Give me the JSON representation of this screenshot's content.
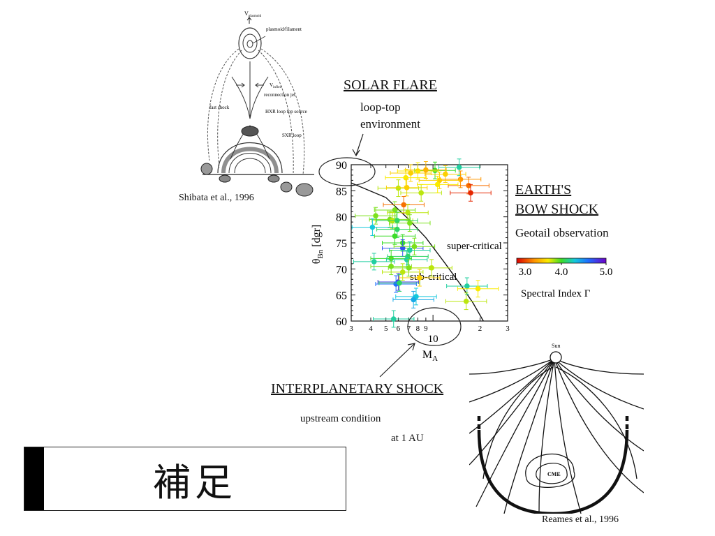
{
  "chart_data": {
    "type": "scatter",
    "xlabel": "M",
    "xlabel_sub": "A",
    "ylabel": "θ",
    "ylabel_sub": "Bn",
    "ylabel_unit": "[dgr]",
    "xscale": "log",
    "xlim": [
      3,
      30
    ],
    "ylim": [
      60,
      90
    ],
    "x_ticks": [
      "3",
      "4",
      "5",
      "6",
      "7",
      "8",
      "9",
      "2",
      "3"
    ],
    "x_ticks_values": [
      3,
      4,
      5,
      6,
      7,
      8,
      9,
      20,
      30
    ],
    "x_decade_label": "10",
    "y_ticks": [
      60,
      65,
      70,
      75,
      80,
      85,
      90
    ],
    "grid": false,
    "curve_label_above": "super-critical",
    "curve_label_below": "sub-critical",
    "critical_curve": [
      [
        3,
        86.5
      ],
      [
        5,
        83.7
      ],
      [
        7,
        79.5
      ],
      [
        9,
        76
      ],
      [
        12,
        71
      ],
      [
        15,
        67
      ],
      [
        18,
        63.5
      ],
      [
        21,
        60
      ]
    ],
    "points": [
      {
        "x": 14.7,
        "y": 89.5,
        "c": 4.2
      },
      {
        "x": 10.3,
        "y": 88.9,
        "c": 4.0
      },
      {
        "x": 8.0,
        "y": 88.8,
        "c": 3.7
      },
      {
        "x": 7.2,
        "y": 88.4,
        "c": 3.6
      },
      {
        "x": 12.0,
        "y": 88.2,
        "c": 3.6
      },
      {
        "x": 9.0,
        "y": 89.0,
        "c": 3.5
      },
      {
        "x": 15.0,
        "y": 87.2,
        "c": 3.4
      },
      {
        "x": 11.0,
        "y": 87.0,
        "c": 3.6
      },
      {
        "x": 6.7,
        "y": 87.5,
        "c": 3.7
      },
      {
        "x": 16.9,
        "y": 86.0,
        "c": 3.3
      },
      {
        "x": 17.4,
        "y": 84.6,
        "c": 3.1
      },
      {
        "x": 6.0,
        "y": 85.5,
        "c": 3.8
      },
      {
        "x": 6.8,
        "y": 85.6,
        "c": 3.6
      },
      {
        "x": 6.5,
        "y": 82.3,
        "c": 3.3
      },
      {
        "x": 8.4,
        "y": 84.6,
        "c": 3.8
      },
      {
        "x": 10.7,
        "y": 86.2,
        "c": 3.7
      },
      {
        "x": 5.7,
        "y": 81.3,
        "c": 3.9
      },
      {
        "x": 6.9,
        "y": 80.8,
        "c": 3.8
      },
      {
        "x": 4.3,
        "y": 80.2,
        "c": 3.9
      },
      {
        "x": 5.3,
        "y": 79.5,
        "c": 3.9
      },
      {
        "x": 5.5,
        "y": 79.3,
        "c": 3.8
      },
      {
        "x": 5.9,
        "y": 79.3,
        "c": 4.1
      },
      {
        "x": 7.1,
        "y": 78.8,
        "c": 3.9
      },
      {
        "x": 4.1,
        "y": 78.0,
        "c": 4.3
      },
      {
        "x": 5.9,
        "y": 77.6,
        "c": 4.1
      },
      {
        "x": 5.7,
        "y": 76.3,
        "c": 4.0
      },
      {
        "x": 6.4,
        "y": 75.0,
        "c": 4.0
      },
      {
        "x": 6.4,
        "y": 74.0,
        "c": 4.7
      },
      {
        "x": 7.6,
        "y": 74.3,
        "c": 3.9
      },
      {
        "x": 7.1,
        "y": 73.6,
        "c": 4.2
      },
      {
        "x": 6.9,
        "y": 72.4,
        "c": 4.1
      },
      {
        "x": 5.4,
        "y": 72.0,
        "c": 4.0
      },
      {
        "x": 6.8,
        "y": 71.8,
        "c": 4.2
      },
      {
        "x": 4.2,
        "y": 71.4,
        "c": 4.2
      },
      {
        "x": 5.4,
        "y": 70.5,
        "c": 3.9
      },
      {
        "x": 7.0,
        "y": 70.2,
        "c": 3.9
      },
      {
        "x": 9.8,
        "y": 70.2,
        "c": 3.8
      },
      {
        "x": 6.4,
        "y": 69.4,
        "c": 3.8
      },
      {
        "x": 6.0,
        "y": 67.5,
        "c": 4.8
      },
      {
        "x": 5.8,
        "y": 67.1,
        "c": 4.6
      },
      {
        "x": 6.1,
        "y": 67.3,
        "c": 4.1
      },
      {
        "x": 16.5,
        "y": 66.7,
        "c": 4.2
      },
      {
        "x": 19.4,
        "y": 66.2,
        "c": 3.7
      },
      {
        "x": 7.8,
        "y": 64.7,
        "c": 4.3
      },
      {
        "x": 7.5,
        "y": 64.1,
        "c": 4.4
      },
      {
        "x": 16.3,
        "y": 63.8,
        "c": 3.8
      },
      {
        "x": 5.6,
        "y": 60.4,
        "c": 4.2
      },
      {
        "x": 8.2,
        "y": 68.3,
        "c": 3.6
      }
    ],
    "colorbar": {
      "min": 3.0,
      "max": 5.0,
      "ticks": [
        "3.0",
        "4.0",
        "5.0"
      ],
      "label": "Spectral Index Γ"
    }
  },
  "texts": {
    "solar_flare": "SOLAR FLARE",
    "loop_top": "loop-top",
    "environment": "environment",
    "earths": "EARTH'S",
    "bow_shock": "BOW SHOCK",
    "geotail": "Geotail observation",
    "shibata": "Shibata et al., 1996",
    "interplanetary": "INTERPLANETARY SHOCK",
    "upstream": "upstream  condition",
    "at1au": "at 1 AU",
    "reames": "Reames et al., 1996",
    "box_title": "補足"
  },
  "left_diagram": {
    "v_plasmoid": "V",
    "v_plasmoid_sub": "plasmoid",
    "plasmoid_filament": "plasmoid/filament",
    "v_inflow": "V",
    "v_inflow_sub": "inflow",
    "reconnection_jet": "reconnection jet",
    "fast_shock": "fast shock",
    "hxr": "HXR loop top source",
    "sxr": "SXR loop"
  },
  "right_diagram": {
    "sun": "Sun",
    "cme": "CME"
  }
}
